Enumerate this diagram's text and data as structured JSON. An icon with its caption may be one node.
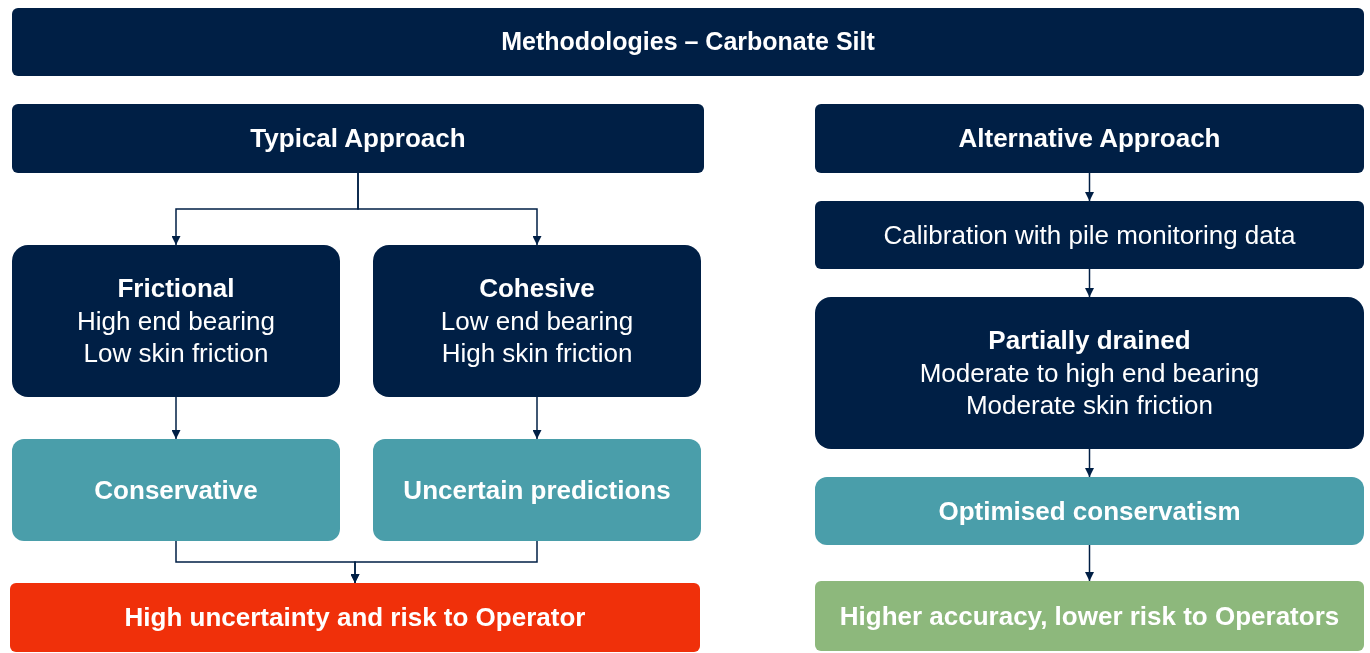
{
  "diagram": {
    "nodes": [
      {
        "text": [
          "Methodologies – Carbonate Silt"
        ]
      },
      {
        "text": [
          "Typical Approach"
        ]
      },
      {
        "text": [
          "Frictional",
          "High end bearing",
          "Low skin friction"
        ]
      },
      {
        "text": [
          "Cohesive",
          "Low end bearing",
          "High skin friction"
        ]
      },
      {
        "text": [
          "Conservative"
        ]
      },
      {
        "text": [
          "Uncertain predictions"
        ]
      },
      {
        "text": [
          "High uncertainty and risk to Operator"
        ]
      },
      {
        "text": [
          "Alternative Approach"
        ]
      },
      {
        "text": [
          "Calibration with pile monitoring data"
        ]
      },
      {
        "text": [
          "Partially drained",
          "Moderate to high end bearing",
          "Moderate skin friction"
        ]
      },
      {
        "text": [
          "Optimised conservatism"
        ]
      },
      {
        "text": [
          "Higher accuracy, lower risk to Operators"
        ]
      }
    ],
    "edges": [
      {
        "from": 1,
        "to": 2,
        "arrow": "to"
      },
      {
        "from": 1,
        "to": 3,
        "arrow": "to"
      },
      {
        "from": 2,
        "to": 4,
        "arrow": "to"
      },
      {
        "from": 3,
        "to": 5,
        "arrow": "to"
      },
      {
        "from": 4,
        "to": 6,
        "arrow": "to"
      },
      {
        "from": 5,
        "to": 6,
        "arrow": "to"
      },
      {
        "from": 7,
        "to": 8,
        "arrow": "to"
      },
      {
        "from": 8,
        "to": 9,
        "arrow": "to"
      },
      {
        "from": 9,
        "to": 10,
        "arrow": "to"
      },
      {
        "from": 10,
        "to": 11,
        "arrow": "to"
      }
    ]
  }
}
